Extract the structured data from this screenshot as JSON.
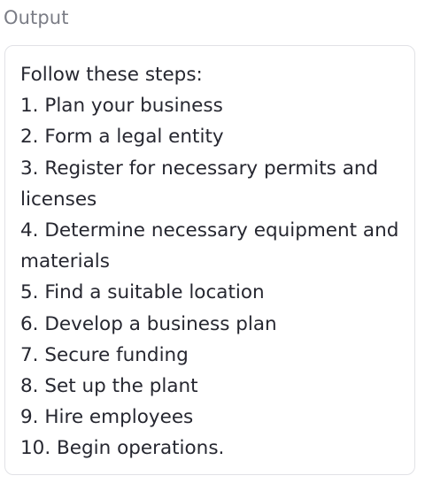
{
  "output": {
    "label": "Output",
    "lines": [
      "Follow these steps:",
      "1. Plan your business",
      "2. Form a legal entity",
      "3. Register for necessary permits and",
      "licenses",
      "4. Determine necessary equipment and",
      "materials",
      "5. Find a suitable location",
      "6. Develop a business plan",
      "7. Secure funding",
      "8. Set up the plant",
      "9. Hire employees",
      "10. Begin operations."
    ]
  }
}
